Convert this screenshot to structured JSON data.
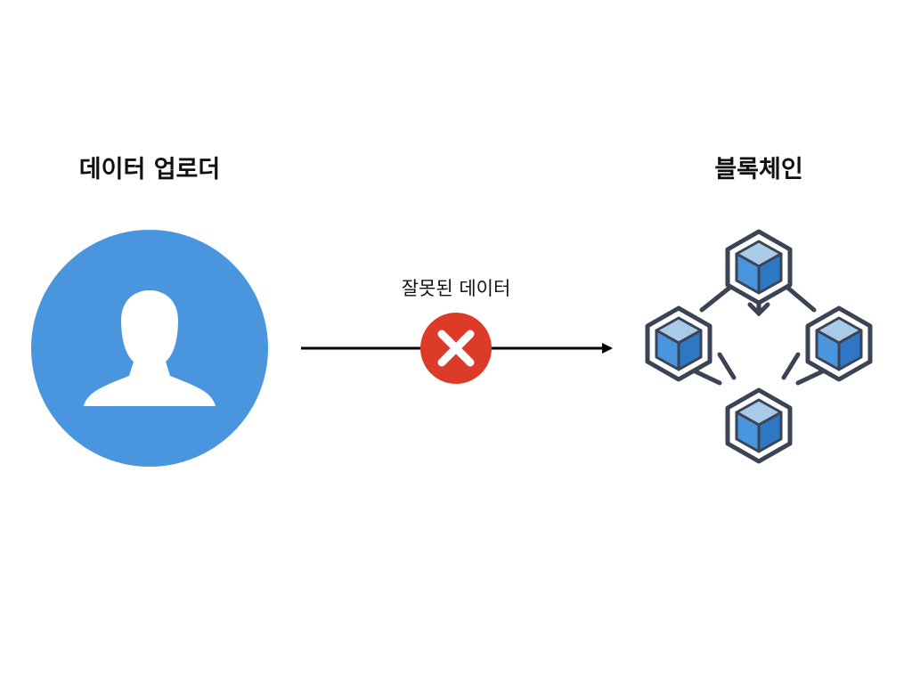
{
  "nodes": {
    "uploader": {
      "label": "데이터 업로더",
      "icon": "user-avatar-icon",
      "color": "#4a96de"
    },
    "blockchain": {
      "label": "블록체인",
      "icon": "blockchain-network-icon"
    }
  },
  "edge": {
    "label": "잘못된 데이터",
    "status_icon": "error-x-icon",
    "status_color": "#dd3b2a"
  },
  "colors": {
    "cube_outline": "#3b4354",
    "cube_top": "#a9cbe8",
    "cube_side_light": "#4a96de",
    "cube_side_dark": "#2e77c4"
  }
}
